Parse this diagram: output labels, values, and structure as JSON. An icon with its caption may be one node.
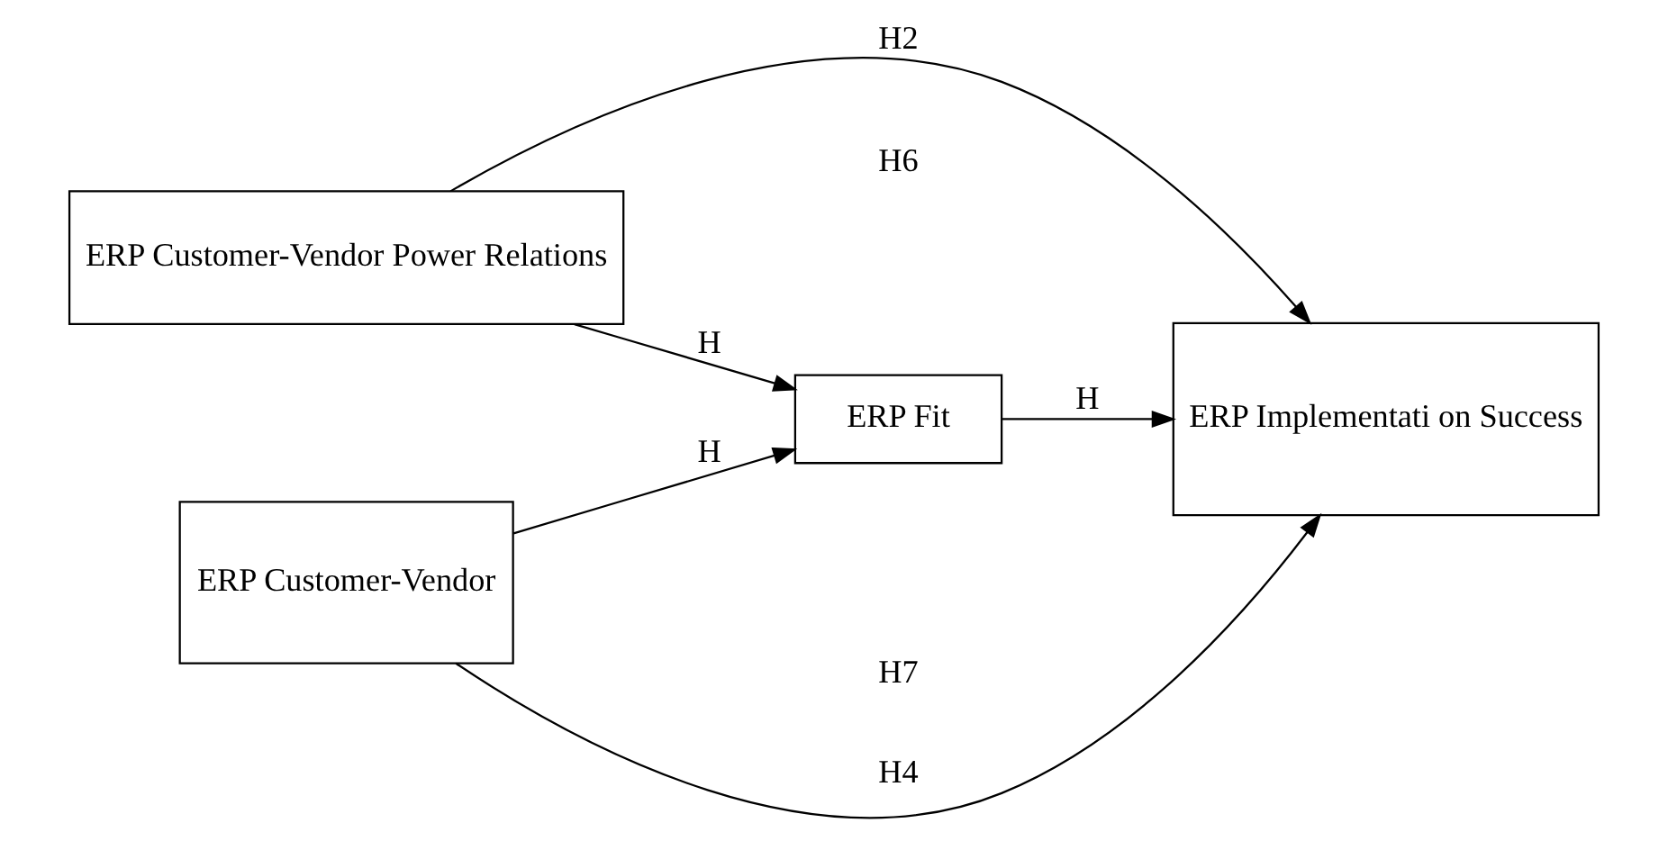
{
  "diagram": {
    "nodes": [
      {
        "text": [
          "ERP Customer-Vendor Power Relations"
        ]
      },
      {
        "text": [
          "ERP Fit"
        ]
      },
      {
        "text": [
          "ERP Implementati on Success"
        ]
      },
      {
        "text": [
          "ERP Customer-Vendor"
        ]
      }
    ],
    "edges": [
      {
        "from": 0,
        "to": 2,
        "arrow": "to",
        "label": "H2"
      },
      {
        "from": 0,
        "to": 1,
        "arrow": "to",
        "label": "H"
      },
      {
        "from": 3,
        "to": 1,
        "arrow": "to",
        "label": "H"
      },
      {
        "from": 1,
        "to": 2,
        "arrow": "to",
        "label": "H"
      },
      {
        "from": 3,
        "to": 2,
        "arrow": "to",
        "label": "H4"
      }
    ],
    "labels": [
      "H6",
      "H7"
    ]
  }
}
